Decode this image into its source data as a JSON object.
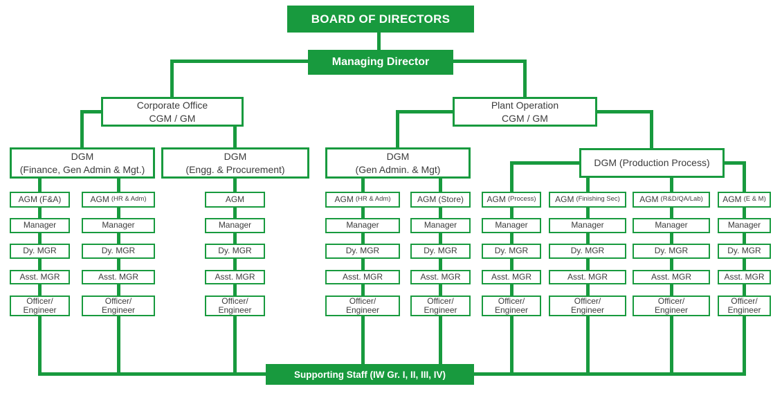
{
  "colors": {
    "green": "#189a3e",
    "text_dark": "#3b3b3b",
    "box_bg": "#ffffff"
  },
  "nodes": {
    "board": "BOARD OF DIRECTORS",
    "managing_director": "Managing Director",
    "corporate_office": {
      "line1": "Corporate Office",
      "line2": "CGM / GM"
    },
    "plant_operation": {
      "line1": "Plant Operation",
      "line2": "CGM / GM"
    },
    "dgm_finance": {
      "line1": "DGM",
      "line2": "(Finance, Gen Admin & Mgt.)"
    },
    "dgm_engg": {
      "line1": "DGM",
      "line2": "(Engg. & Procurement)"
    },
    "dgm_gen_admin": {
      "line1": "DGM",
      "line2": "(Gen Admin. & Mgt)"
    },
    "dgm_production": {
      "line1": "DGM (Production Process)"
    },
    "supporting_staff": "Supporting Staff (IW Gr. I, II, III, IV)"
  },
  "rows": {
    "manager": "Manager",
    "dy_mgr": "Dy. MGR",
    "asst_mgr": "Asst. MGR",
    "officer_line1": "Officer/",
    "officer_line2": "Engineer"
  },
  "columns": [
    {
      "id": "finance-fa",
      "agm_main": "AGM",
      "agm_sub": "(F&A)"
    },
    {
      "id": "finance-hr-adm",
      "agm_main": "AGM",
      "agm_sub": "(HR & Adm)"
    },
    {
      "id": "engg-procurement",
      "agm_main": "AGM",
      "agm_sub": ""
    },
    {
      "id": "plant-hr-adm",
      "agm_main": "AGM",
      "agm_sub": "(HR & Adm)"
    },
    {
      "id": "plant-store",
      "agm_main": "AGM",
      "agm_sub": "(Store)"
    },
    {
      "id": "prod-process",
      "agm_main": "AGM",
      "agm_sub": "(Process)"
    },
    {
      "id": "prod-finishing",
      "agm_main": "AGM",
      "agm_sub": "(Finishing Sec)"
    },
    {
      "id": "prod-rd-qa-lab",
      "agm_main": "AGM",
      "agm_sub": "(R&D/QA/Lab)"
    },
    {
      "id": "prod-e-m",
      "agm_main": "AGM",
      "agm_sub": "(E & M)"
    }
  ]
}
